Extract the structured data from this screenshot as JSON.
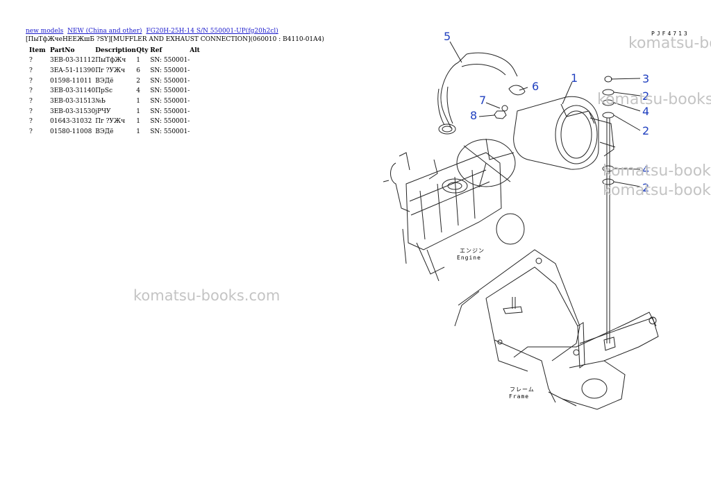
{
  "breadcrumb": {
    "link1": "new models",
    "link2": "NEW (China and other)",
    "link3": "FG20H-25H-14 S/N 550001-UP(fg20h2cl)"
  },
  "section_title": "[ПыТфЖчеНЕЕЖшБ ?SY][MUFFLER AND EXHAUST CONNECTION](060010 : B4110-01A4)",
  "table": {
    "headers": {
      "item": "Item",
      "partno": "PartNo",
      "description": "Description",
      "qty": "Qty",
      "ref": "Ref",
      "alt": "Alt"
    },
    "rows": [
      {
        "item": "?",
        "partno": "3EB-03-31112",
        "description": "ПыТфЖч",
        "qty": "1",
        "ref": "SN: 550001-",
        "alt": ""
      },
      {
        "item": "?",
        "partno": "3EA-51-11390",
        "description": "Пг ?УЖч",
        "qty": "6",
        "ref": "SN: 550001-",
        "alt": ""
      },
      {
        "item": "?",
        "partno": "01598-11011",
        "description": "ВЭДё",
        "qty": "2",
        "ref": "SN: 550001-",
        "alt": ""
      },
      {
        "item": "?",
        "partno": "3EB-03-31140",
        "description": "ПрSc",
        "qty": "4",
        "ref": "SN: 550001-",
        "alt": ""
      },
      {
        "item": "?",
        "partno": "3EB-03-31513",
        "description": "№Ь",
        "qty": "1",
        "ref": "SN: 550001-",
        "alt": ""
      },
      {
        "item": "?",
        "partno": "3EB-03-31530",
        "description": "јРЧУ",
        "qty": "1",
        "ref": "SN: 550001-",
        "alt": ""
      },
      {
        "item": "?",
        "partno": "01643-31032",
        "description": "Пг ?УЖч",
        "qty": "1",
        "ref": "SN: 550001-",
        "alt": ""
      },
      {
        "item": "?",
        "partno": "01580-11008",
        "description": "ВЭДё",
        "qty": "1",
        "ref": "SN: 550001-",
        "alt": ""
      }
    ]
  },
  "watermark": "komatsu-books.com",
  "watermark_edge": "komatsu-bo",
  "watermark_edge2": "komatsu-books",
  "diagram": {
    "code": "PJF4713",
    "engine_jp": "エンジン",
    "engine_label": "Engine",
    "frame_jp": "フレーム",
    "frame_label": "Frame",
    "callouts": [
      "5",
      "6",
      "7",
      "8",
      "1",
      "3",
      "2",
      "4",
      "2",
      "4",
      "2"
    ],
    "callout_color": "#1f3fbf"
  }
}
